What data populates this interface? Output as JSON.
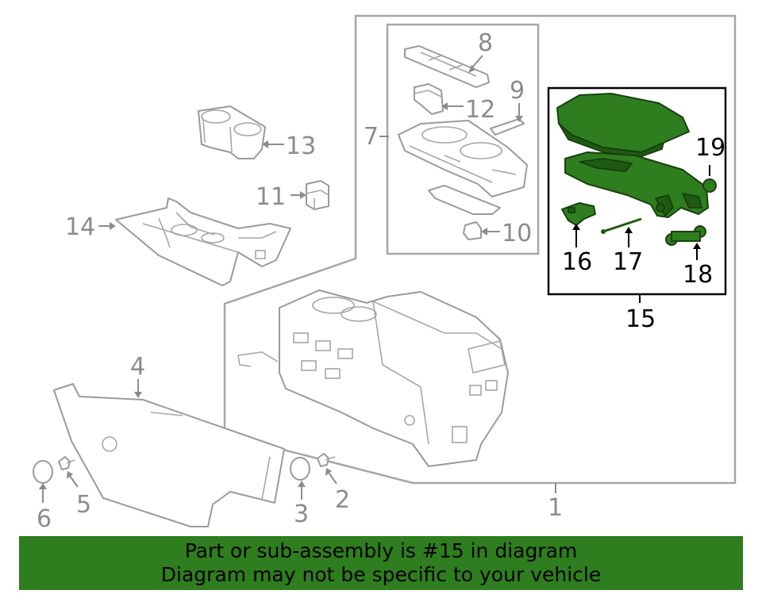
{
  "labels": {
    "p1": "1",
    "p2": "2",
    "p3": "3",
    "p4": "4",
    "p5": "5",
    "p6": "6",
    "p7": "7",
    "p8": "8",
    "p9": "9",
    "p10": "10",
    "p11": "11",
    "p12": "12",
    "p13": "13",
    "p14": "14",
    "p15": "15",
    "p16": "16",
    "p17": "17",
    "p18": "18",
    "p19": "19"
  },
  "banner": {
    "line1": "Part or sub-assembly is #15 in diagram",
    "line2": "Diagram may not be specific to your vehicle"
  },
  "colors": {
    "highlight": "#2e7d1e",
    "outline": "#9a9a9a",
    "label_gray": "#8c8c8c"
  }
}
